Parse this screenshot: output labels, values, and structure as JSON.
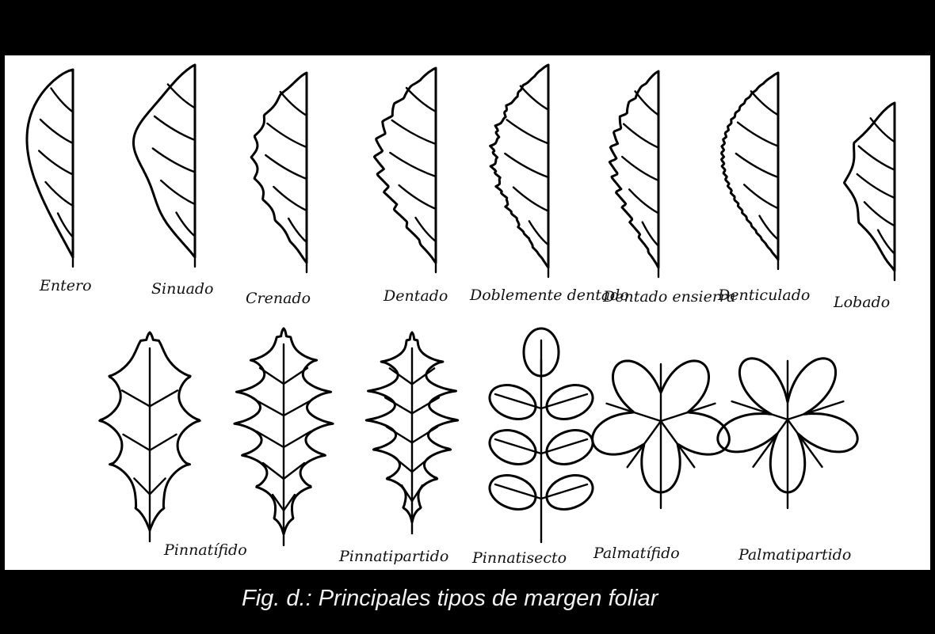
{
  "figure": {
    "caption": "Fig. d.: Principales tipos de margen foliar",
    "row1": [
      {
        "id": "entero",
        "label": "Entero",
        "icon": "entire-margin-leaf-icon"
      },
      {
        "id": "sinuado",
        "label": "Sinuado",
        "icon": "sinuate-margin-leaf-icon"
      },
      {
        "id": "crenado",
        "label": "Crenado",
        "icon": "crenate-margin-leaf-icon"
      },
      {
        "id": "dentado",
        "label": "Dentado",
        "icon": "dentate-margin-leaf-icon"
      },
      {
        "id": "doblemente-dentado",
        "label": "Doblemente dentado",
        "icon": "doubly-dentate-margin-leaf-icon"
      },
      {
        "id": "dentado-ensierra",
        "label": "Dentado ensierra",
        "icon": "serrate-margin-leaf-icon"
      },
      {
        "id": "denticulado",
        "label": "Denticulado",
        "icon": "denticulate-margin-leaf-icon"
      },
      {
        "id": "lobado",
        "label": "Lobado",
        "icon": "lobed-margin-leaf-icon"
      }
    ],
    "row2": [
      {
        "id": "pinnatifido",
        "label": "Pinnatífido",
        "icon": "pinnatifid-leaf-icon"
      },
      {
        "id": "pinnatipartido",
        "label": "Pinnatipartido",
        "icon": "pinnatipartite-leaf-icon"
      },
      {
        "id": "pinnatisecto",
        "label": "Pinnatisecto",
        "icon": "pinnatisect-leaf-icon"
      },
      {
        "id": "palmatifido",
        "label": "Palmatífido",
        "icon": "palmatifid-leaf-icon"
      },
      {
        "id": "palmatipartido",
        "label": "Palmatipartido",
        "icon": "palmatipartite-leaf-icon"
      }
    ]
  }
}
